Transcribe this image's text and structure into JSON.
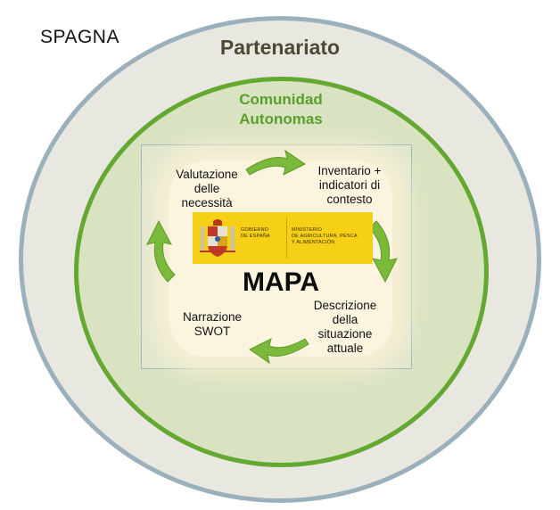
{
  "country": "SPAGNA",
  "partnership": "Partenariato",
  "region": {
    "line1": "Comunidad",
    "line2": "Autonomas"
  },
  "steps": {
    "needs": {
      "line1": "Valutazione",
      "line2": "delle",
      "line3": "necessità"
    },
    "inventory": {
      "line1": "Inventario +",
      "line2": "indicatori di",
      "line3": "contesto"
    },
    "description": {
      "line1": "Descrizione",
      "line2": "della",
      "line3": "situazione",
      "line4": "attuale"
    },
    "swot": {
      "line1": "Narrazione",
      "line2": "SWOT"
    }
  },
  "logo": {
    "gov_line1": "GOBIERNO",
    "gov_line2": "DE ESPAÑA",
    "ministry_line1": "MINISTERIO",
    "ministry_line2": "DE AGRICULTURA, PESCA",
    "ministry_line3": "Y ALIMENTACIÓN"
  },
  "ministry_acronym": "MAPA",
  "colors": {
    "outer_fill": "#e8e7e0",
    "outer_border": "#9bb0bd",
    "inner_fill": "#d9e3c1",
    "inner_border": "#63a831",
    "arrow_green": "#7bb93a",
    "logo_yellow": "#f6cf17"
  }
}
